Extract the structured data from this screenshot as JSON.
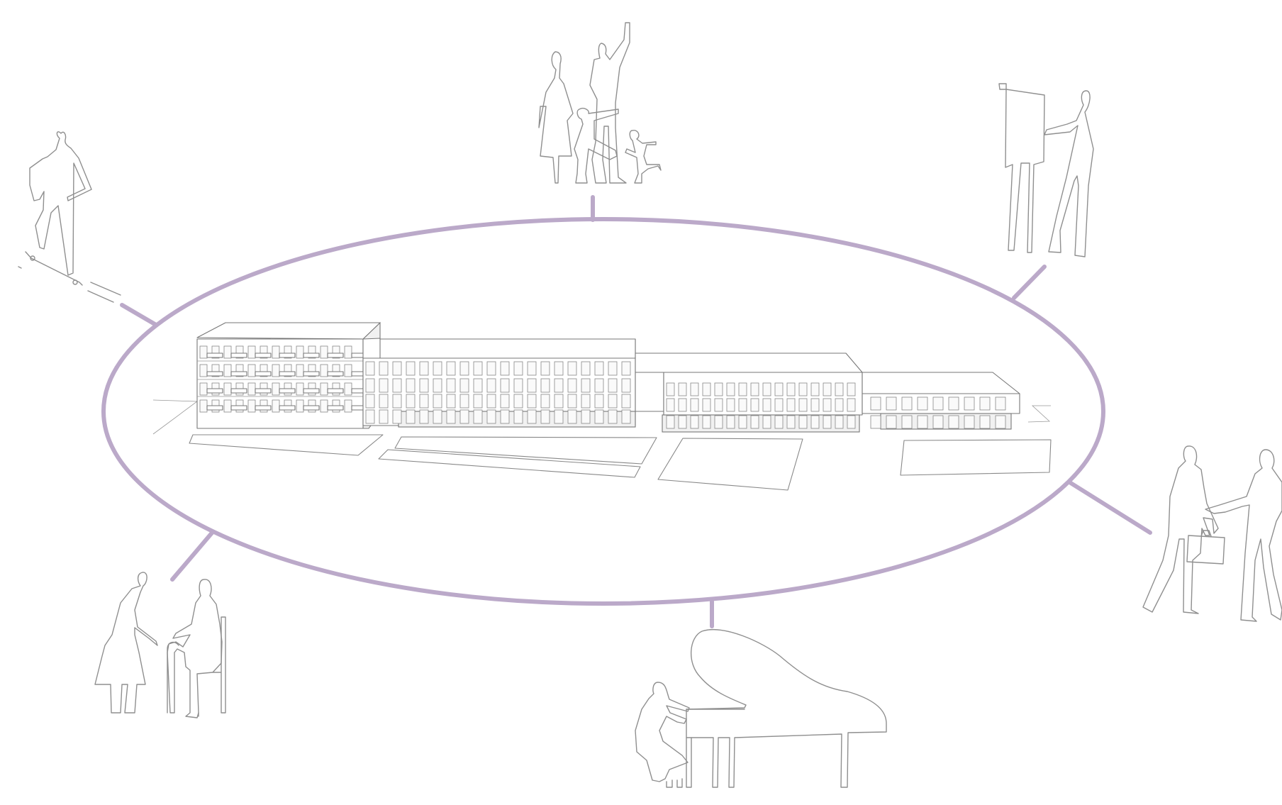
{
  "diagram": {
    "accent_color": "#bba9c9",
    "figure_color": "#8f8f8f",
    "building_color": "#777777",
    "center": {
      "name": "community-building",
      "icon": "building-massing-icon"
    },
    "vignettes": [
      {
        "id": "family",
        "icon": "family-waving-icon"
      },
      {
        "id": "painter",
        "icon": "painter-easel-icon"
      },
      {
        "id": "handshake",
        "icon": "business-handshake-icon"
      },
      {
        "id": "pianist",
        "icon": "grand-piano-player-icon"
      },
      {
        "id": "elderly",
        "icon": "elderly-couple-icon"
      },
      {
        "id": "skater",
        "icon": "skateboarder-icon"
      }
    ]
  }
}
